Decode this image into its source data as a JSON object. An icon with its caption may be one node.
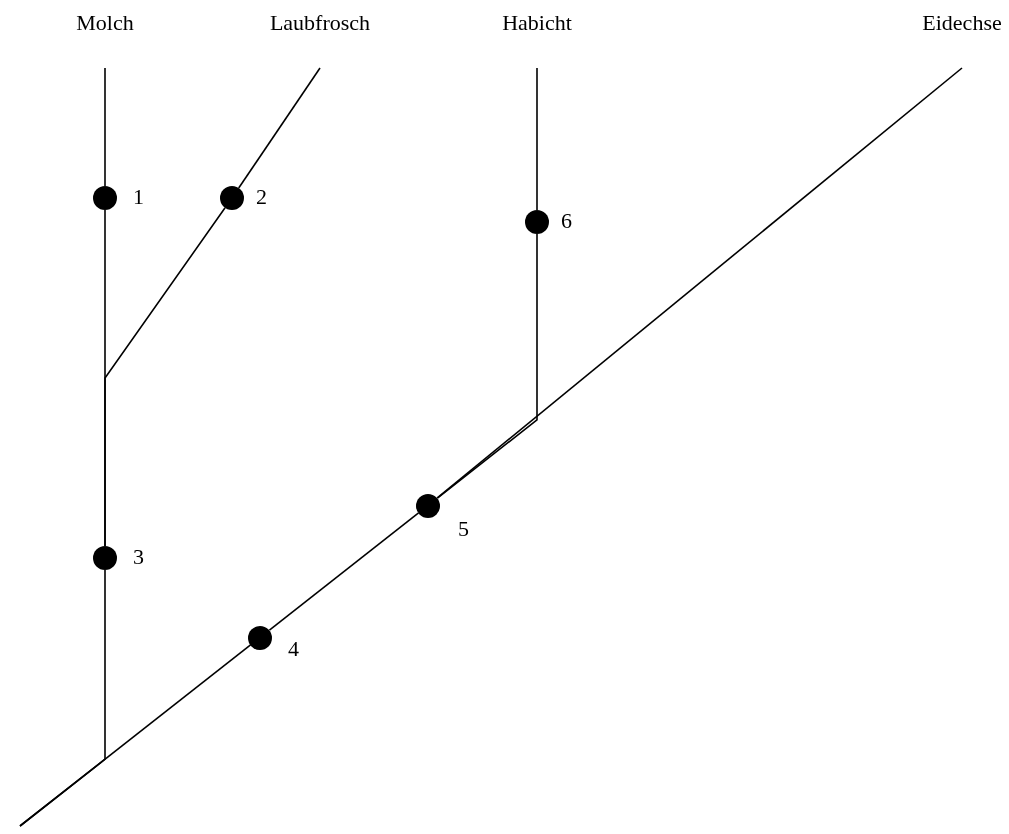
{
  "diagram": {
    "nodes": [
      {
        "text": [
          "Molch"
        ]
      },
      {
        "text": [
          "Laubfrosch"
        ]
      },
      {
        "text": [
          "Habicht"
        ]
      },
      {
        "text": [
          "Eidechse"
        ]
      },
      {
        "text": [],
        "shape": "circle",
        "beside": [
          "1"
        ]
      },
      {
        "text": [],
        "shape": "circle",
        "beside": [
          "2"
        ]
      },
      {
        "text": [],
        "shape": "circle",
        "beside": [
          "3"
        ]
      },
      {
        "text": [],
        "shape": "circle",
        "beside": [
          "4"
        ]
      },
      {
        "text": [],
        "shape": "circle",
        "beside": [
          "5"
        ]
      },
      {
        "text": [],
        "shape": "circle",
        "beside": [
          "6"
        ]
      }
    ],
    "edges": [
      {
        "from": null,
        "to": 6,
        "arrow": "none"
      },
      {
        "from": null,
        "to": 7,
        "arrow": "none"
      },
      {
        "from": 7,
        "to": 8,
        "arrow": "none"
      },
      {
        "from": 8,
        "to": 9,
        "arrow": "none"
      },
      {
        "from": 8,
        "to": 3,
        "arrow": "none"
      },
      {
        "from": 6,
        "to": 4,
        "arrow": "none"
      },
      {
        "from": 6,
        "to": 5,
        "arrow": "none"
      },
      {
        "from": 4,
        "to": 0,
        "arrow": "none"
      },
      {
        "from": 5,
        "to": 1,
        "arrow": "none"
      },
      {
        "from": 9,
        "to": 2,
        "arrow": "none"
      }
    ]
  }
}
